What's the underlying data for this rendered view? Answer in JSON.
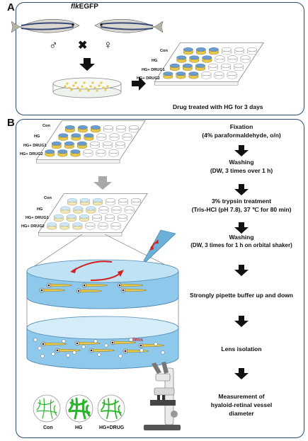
{
  "panel_a": {
    "label": "A",
    "strain": "flk",
    "strain_suffix": "EGFP",
    "male_symbol": "♂",
    "cross_symbol": "✖",
    "female_symbol": "♀",
    "plate_rows": [
      "Con",
      "HG",
      "HG+ DRUG1",
      "HG+ DRUG2"
    ],
    "caption": "Drug treated with HG for 3 days"
  },
  "panel_b": {
    "label": "B",
    "plate1_rows": [
      "Con",
      "HG",
      "HG+ DRUG1",
      "HG+ DRUG2"
    ],
    "plate2_rows": [
      "Con",
      "HG",
      "HG+ DRUG1",
      "HG+ DRUG2"
    ],
    "lens_label": "lens",
    "vessel_labels": [
      "Con",
      "HG",
      "HG+DRUG"
    ],
    "steps": [
      {
        "title": "Fixation",
        "detail": "(4% paraformaldehyde, o/n)"
      },
      {
        "title": "Washing",
        "detail": "(DW, 3 times over 1 h)"
      },
      {
        "title": "3% trypsin treatment",
        "detail": "(Tris-HCl (pH 7.8), 37 ℃ for 80 min)"
      },
      {
        "title": "Washing",
        "detail": "(DW, 3 times for 1 h on orbital shaker)"
      },
      {
        "title": "Strongly pipette buffer up and down",
        "detail": ""
      },
      {
        "title": "Lens isolation",
        "detail": ""
      },
      {
        "title": "Measurement of",
        "detail": "hyaloid-retinal vessel"
      },
      {
        "title": "diameter",
        "detail": ""
      }
    ]
  },
  "colors": {
    "border": "#2c4a6e",
    "well_blue": "#6b9ccf",
    "well_yellow": "#e8c84a",
    "water": "#8ec9ec",
    "vessel_green": "#2bb52b",
    "lens_red": "#d42020"
  }
}
